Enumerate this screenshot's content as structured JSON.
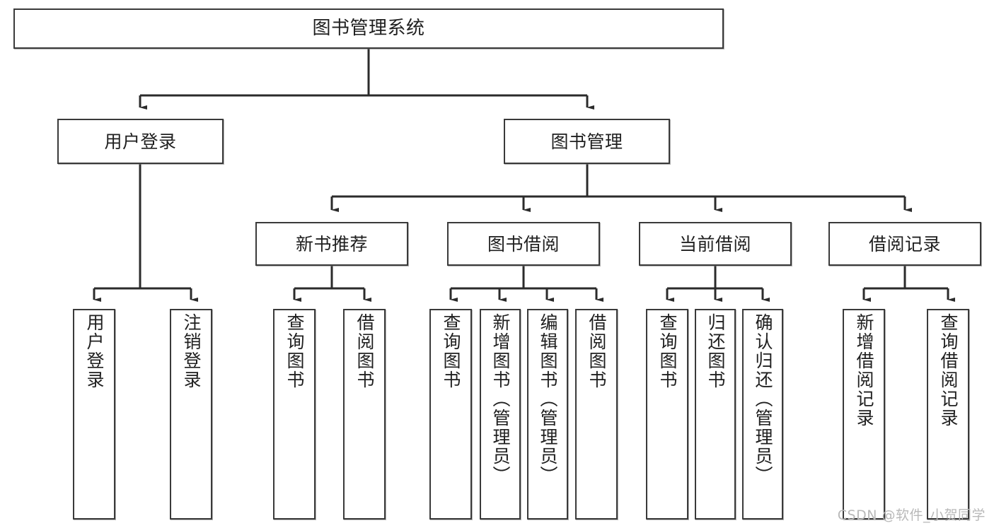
{
  "diagram": {
    "type": "tree",
    "title": "图书管理系统",
    "orientation": "top-down",
    "colors": {
      "box_border": "#3a3a3a",
      "box_fill": "#ffffff",
      "connector": "#2b2b2b",
      "text": "#1f1f1f",
      "watermark": "#b9b9b9"
    }
  },
  "root": {
    "label": "图书管理系统"
  },
  "level2": [
    {
      "label": "用户登录"
    },
    {
      "label": "图书管理"
    }
  ],
  "level3": [
    {
      "label": "新书推荐"
    },
    {
      "label": "图书借阅"
    },
    {
      "label": "当前借阅"
    },
    {
      "label": "借阅记录"
    }
  ],
  "leaves": {
    "user_login": [
      {
        "label": "用户登录"
      },
      {
        "label": "注销登录"
      }
    ],
    "new_book_recommend": [
      {
        "label": "查询图书"
      },
      {
        "label": "借阅图书"
      }
    ],
    "book_borrow": [
      {
        "label": "查询图书"
      },
      {
        "label": "新增图书（管理员）"
      },
      {
        "label": "编辑图书（管理员）"
      },
      {
        "label": "借阅图书"
      }
    ],
    "current_borrow": [
      {
        "label": "查询图书"
      },
      {
        "label": "归还图书"
      },
      {
        "label": "确认归还（管理员）"
      }
    ],
    "borrow_record": [
      {
        "label": "新增借阅记录"
      },
      {
        "label": "查询借阅记录"
      }
    ]
  },
  "watermark": {
    "text": "CSDN @软件_小贺同学"
  }
}
